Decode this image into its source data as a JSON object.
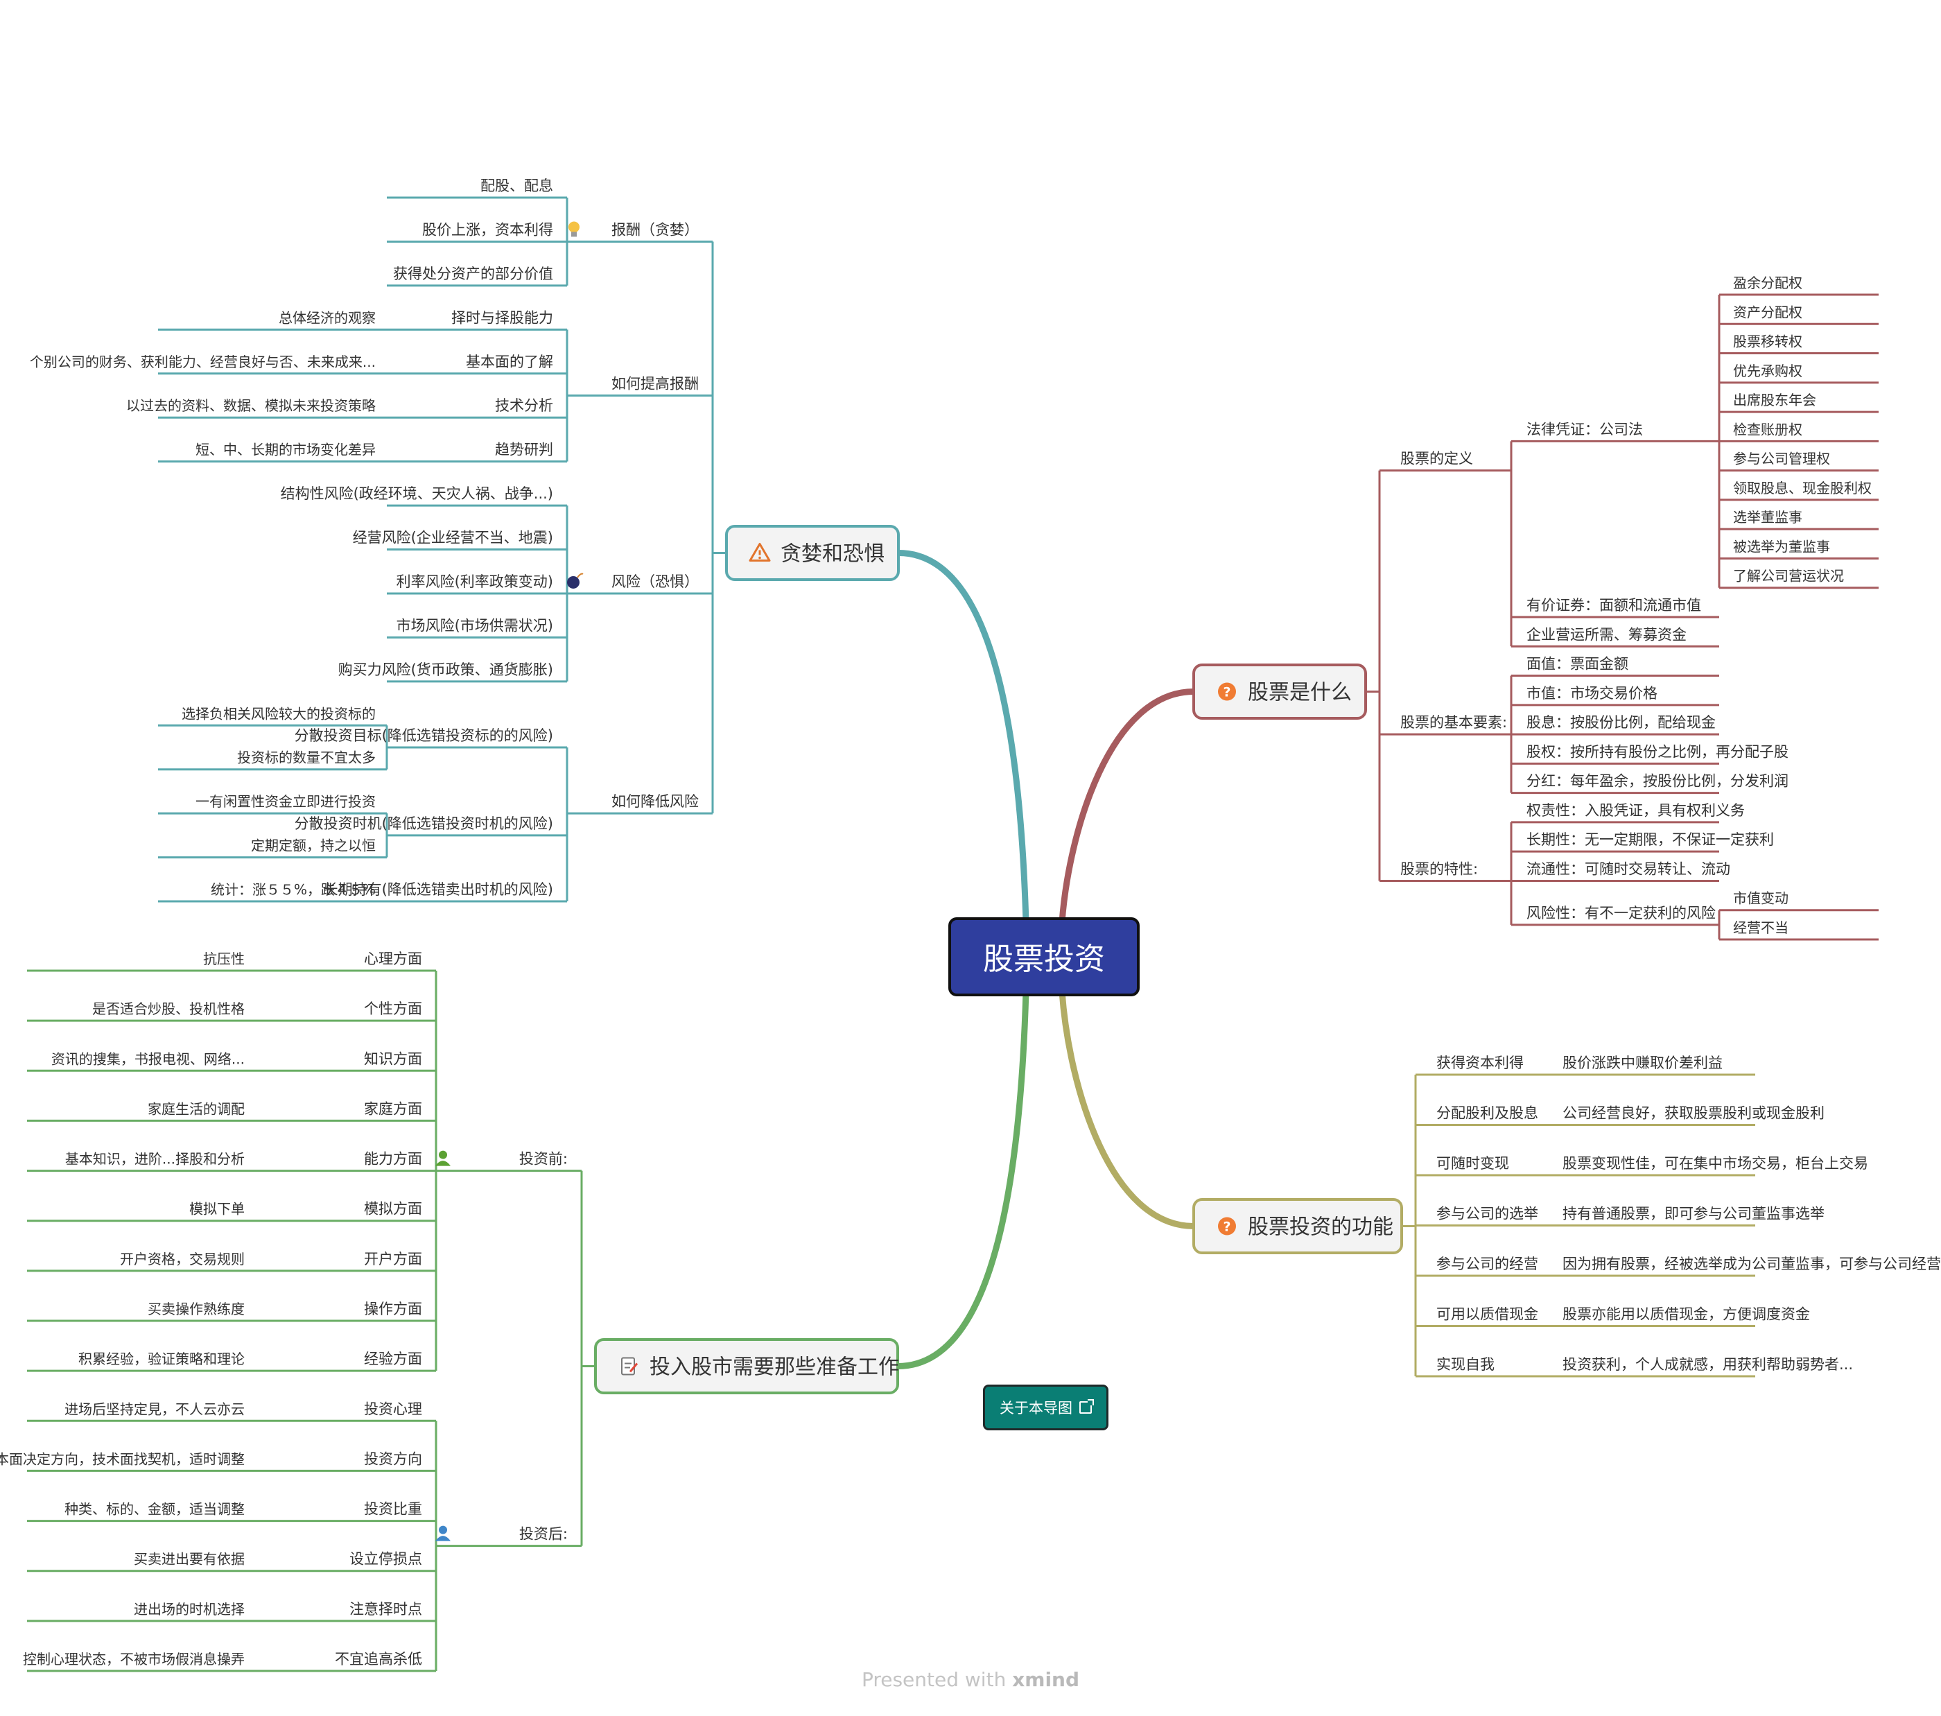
{
  "center": {
    "label": "股票投资",
    "color": "#2f3e9e"
  },
  "colors": {
    "greed": "#5aa9ae",
    "what": "#a65b5e",
    "func": "#b2ac64",
    "prep": "#69ad64"
  },
  "about_button": {
    "label": "关于本导图"
  },
  "footer": {
    "text": "Presented with ",
    "brand": "xmind"
  },
  "branches": {
    "greed": {
      "label": "贪婪和恐惧",
      "icon": "warning-icon",
      "items": [
        {
          "label": "报酬（贪婪）",
          "icon": "lightbulb-icon",
          "children": [
            {
              "label": "配股、配息"
            },
            {
              "label": "股价上涨，资本利得"
            },
            {
              "label": "获得处分资产的部分价值"
            }
          ]
        },
        {
          "label": "如何提高报酬",
          "children": [
            {
              "label": "择时与择股能力",
              "children": [
                {
                  "label": "总体经济的观察"
                }
              ]
            },
            {
              "label": "基本面的了解",
              "children": [
                {
                  "label": "个别公司的财务、获利能力、经营良好与否、未来成来..."
                }
              ]
            },
            {
              "label": "技术分析",
              "children": [
                {
                  "label": "以过去的资料、数据、模拟未来投资策略"
                }
              ]
            },
            {
              "label": "趋势研判",
              "children": [
                {
                  "label": "短、中、长期的市场变化差异"
                }
              ]
            }
          ]
        },
        {
          "label": "风险（恐惧）",
          "icon": "bomb-icon",
          "children": [
            {
              "label": "结构性风险(政经环境、天灾人祸、战争...)"
            },
            {
              "label": "经营风险(企业经营不当、地震)"
            },
            {
              "label": "利率风险(利率政策变动)"
            },
            {
              "label": "市场风险(市场供需状况)"
            },
            {
              "label": "购买力风险(货币政策、通货膨胀)"
            }
          ]
        },
        {
          "label": "如何降低风险",
          "children": [
            {
              "label": "分散投资目标(降低选错投资标的的风险)",
              "children": [
                {
                  "label": "选择负相关风险较大的投资标的"
                },
                {
                  "label": "投资标的数量不宜太多"
                }
              ]
            },
            {
              "label": "分散投资时机(降低选错投资时机的风险)",
              "children": [
                {
                  "label": "一有闲置性资金立即进行投资"
                },
                {
                  "label": "定期定额，持之以恒"
                }
              ]
            },
            {
              "label": "长期持有(降低选错卖出时机的风险)",
              "children": [
                {
                  "label": "统计：涨５５%，跌４５%"
                }
              ]
            }
          ]
        }
      ]
    },
    "what": {
      "label": "股票是什么",
      "icon": "question-icon",
      "items": [
        {
          "label": "股票的定义",
          "children": [
            {
              "label": "法律凭证：公司法",
              "children": [
                {
                  "label": "盈余分配权"
                },
                {
                  "label": "资产分配权"
                },
                {
                  "label": "股票移转权"
                },
                {
                  "label": "优先承购权"
                },
                {
                  "label": "出席股东年会"
                },
                {
                  "label": "检查账册权"
                },
                {
                  "label": "参与公司管理权"
                },
                {
                  "label": "领取股息、现金股利权"
                },
                {
                  "label": "选举董监事"
                },
                {
                  "label": "被选举为董监事"
                },
                {
                  "label": "了解公司营运状况"
                }
              ]
            },
            {
              "label": "有价证券：面额和流通市值"
            },
            {
              "label": "企业营运所需、筹募资金"
            }
          ]
        },
        {
          "label": "股票的基本要素:",
          "children": [
            {
              "label": "面值：票面金额"
            },
            {
              "label": "市值：市场交易价格"
            },
            {
              "label": "股息：按股份比例，配给现金"
            },
            {
              "label": "股权：按所持有股份之比例，再分配子股"
            },
            {
              "label": "分红：每年盈余，按股份比例，分发利润"
            }
          ]
        },
        {
          "label": "股票的特性:",
          "children": [
            {
              "label": "权责性：入股凭证，具有权利义务"
            },
            {
              "label": "长期性：无一定期限，不保证一定获利"
            },
            {
              "label": "流通性：可随时交易转让、流动"
            },
            {
              "label": "风险性：有不一定获利的风险",
              "children": [
                {
                  "label": "市值变动"
                },
                {
                  "label": "经营不当"
                }
              ]
            }
          ]
        }
      ]
    },
    "func": {
      "label": "股票投资的功能",
      "icon": "question-icon",
      "items": [
        {
          "label": "获得资本利得",
          "children": [
            {
              "label": "股价涨跌中赚取价差利益"
            }
          ]
        },
        {
          "label": "分配股利及股息",
          "children": [
            {
              "label": "公司经营良好，获取股票股利或现金股利"
            }
          ]
        },
        {
          "label": "可随时变现",
          "children": [
            {
              "label": "股票变现性佳，可在集中市场交易，柜台上交易"
            }
          ]
        },
        {
          "label": "参与公司的选举",
          "children": [
            {
              "label": "持有普通股票，即可参与公司董监事选举"
            }
          ]
        },
        {
          "label": "参与公司的经营",
          "children": [
            {
              "label": "因为拥有股票，经被选举成为公司董监事，可参与公司经营"
            }
          ]
        },
        {
          "label": "可用以质借现金",
          "children": [
            {
              "label": "股票亦能用以质借现金，方便调度资金"
            }
          ]
        },
        {
          "label": "实现自我",
          "children": [
            {
              "label": "投资获利，个人成就感，用获利帮助弱势者..."
            }
          ]
        }
      ]
    },
    "prep": {
      "label": "投入股市需要那些准备工作",
      "icon": "checklist-icon",
      "items": [
        {
          "label": "投资前:",
          "icon": "person-green-icon",
          "children": [
            {
              "label": "心理方面",
              "children": [
                {
                  "label": "抗压性"
                }
              ]
            },
            {
              "label": "个性方面",
              "children": [
                {
                  "label": "是否适合炒股、投机性格"
                }
              ]
            },
            {
              "label": "知识方面",
              "children": [
                {
                  "label": "资讯的搜集，书报电视、网络..."
                }
              ]
            },
            {
              "label": "家庭方面",
              "children": [
                {
                  "label": "家庭生活的调配"
                }
              ]
            },
            {
              "label": "能力方面",
              "children": [
                {
                  "label": "基本知识，进阶...择股和分析"
                }
              ]
            },
            {
              "label": "模拟方面",
              "children": [
                {
                  "label": "模拟下单"
                }
              ]
            },
            {
              "label": "开户方面",
              "children": [
                {
                  "label": "开户资格，交易规则"
                }
              ]
            },
            {
              "label": "操作方面",
              "children": [
                {
                  "label": "买卖操作熟练度"
                }
              ]
            },
            {
              "label": "经验方面",
              "children": [
                {
                  "label": "积累经验，验证策略和理论"
                }
              ]
            }
          ]
        },
        {
          "label": "投资后:",
          "icon": "person-blue-icon",
          "children": [
            {
              "label": "投资心理",
              "children": [
                {
                  "label": "进场后坚持定見，不人云亦云"
                }
              ]
            },
            {
              "label": "投资方向",
              "children": [
                {
                  "label": "基本面决定方向，技术面找契机，适时调整"
                }
              ]
            },
            {
              "label": "投资比重",
              "children": [
                {
                  "label": "种类、标的、金额，适当调整"
                }
              ]
            },
            {
              "label": "设立停损点",
              "children": [
                {
                  "label": "买卖进出要有依据"
                }
              ]
            },
            {
              "label": "注意择时点",
              "children": [
                {
                  "label": "进出场的时机选择"
                }
              ]
            },
            {
              "label": "不宜追高杀低",
              "children": [
                {
                  "label": "控制心理状态，不被市场假消息操弄"
                }
              ]
            }
          ]
        }
      ]
    }
  }
}
